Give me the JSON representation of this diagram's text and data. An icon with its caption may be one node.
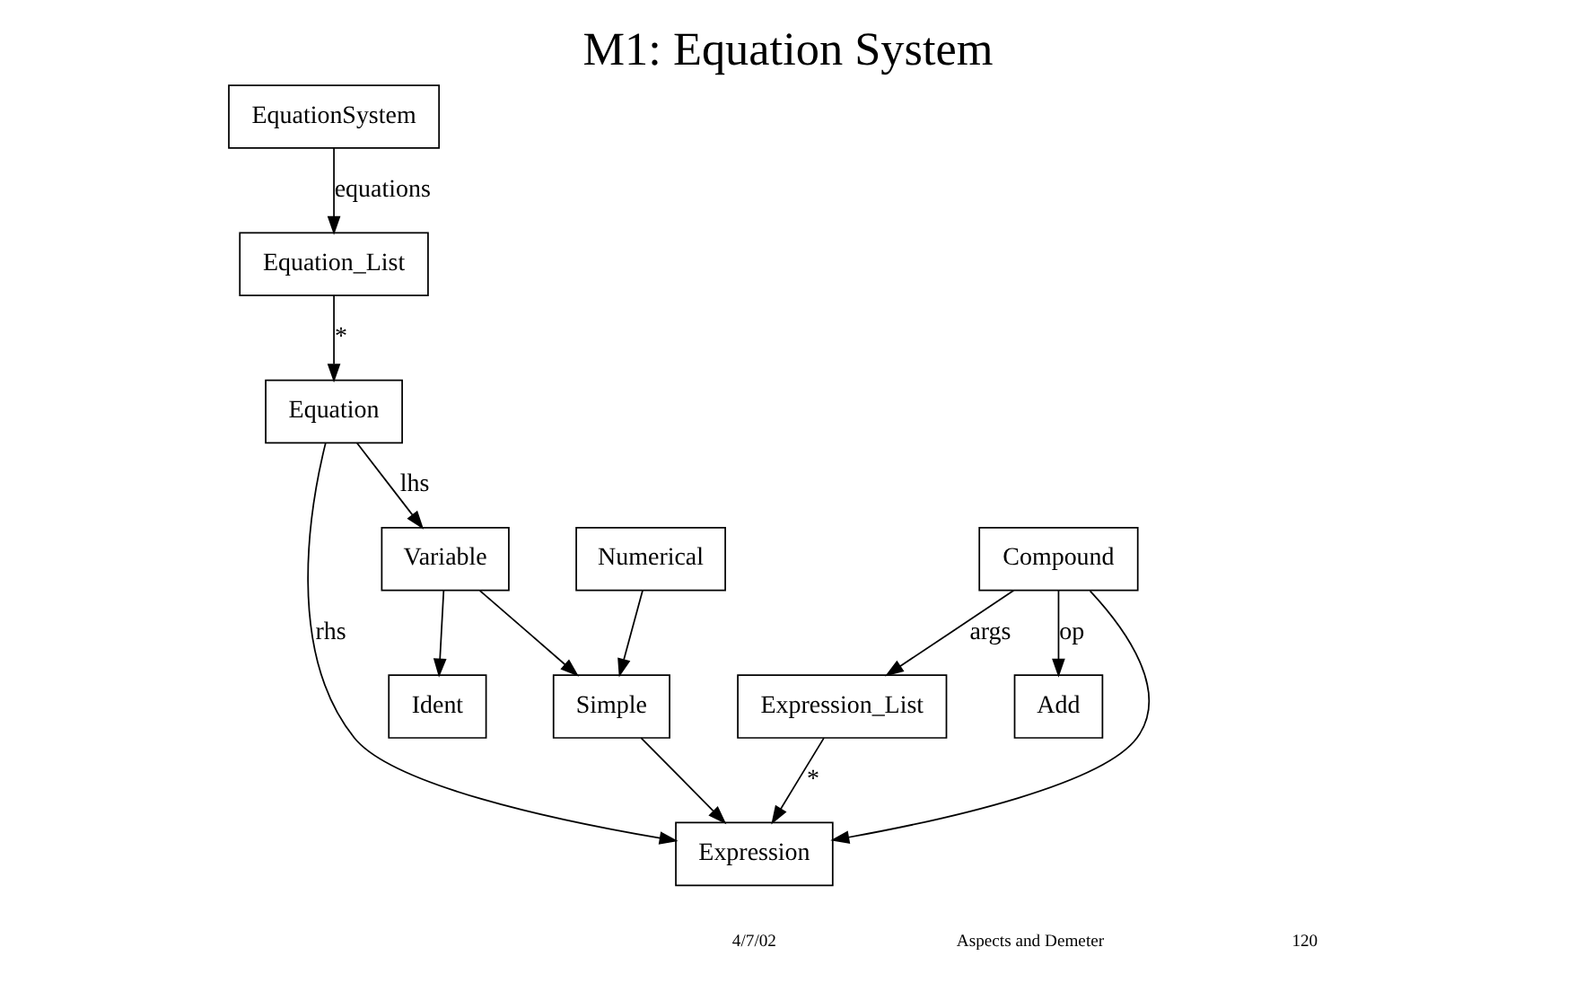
{
  "diagram": {
    "title": "M1: Equation System",
    "nodes": [
      {
        "text": [
          "EquationSystem"
        ]
      },
      {
        "text": [
          "Equation_List"
        ]
      },
      {
        "text": [
          "Ident"
        ]
      },
      {
        "text": [
          "Equation"
        ]
      },
      {
        "text": [
          "Variable"
        ]
      },
      {
        "text": [
          "Numerical"
        ]
      },
      {
        "text": [
          "Simple"
        ]
      },
      {
        "text": [
          "Expression"
        ]
      },
      {
        "text": [
          "Expression_List"
        ]
      },
      {
        "text": [
          "Compound"
        ]
      },
      {
        "text": [
          "Add"
        ]
      }
    ],
    "edges": [
      {
        "from": 0,
        "to": 1,
        "arrow": "to",
        "label": "equations"
      },
      {
        "from": 1,
        "to": 3,
        "arrow": "to",
        "label": "*"
      },
      {
        "from": 4,
        "to": 2,
        "arrow": "to"
      },
      {
        "from": 3,
        "to": 4,
        "arrow": "to",
        "label": "lhs"
      },
      {
        "from": 3,
        "to": 7,
        "arrow": "to",
        "label": "rhs"
      },
      {
        "from": 4,
        "to": 6,
        "arrow": "to"
      },
      {
        "from": 5,
        "to": 6,
        "arrow": "to"
      },
      {
        "from": 6,
        "to": 7,
        "arrow": "to"
      },
      {
        "from": 9,
        "to": 7,
        "arrow": "to"
      },
      {
        "from": 9,
        "to": 8,
        "arrow": "to",
        "label": "args"
      },
      {
        "from": 9,
        "to": 10,
        "arrow": "to",
        "label": "op"
      },
      {
        "from": 8,
        "to": 7,
        "arrow": "to",
        "label": "*"
      }
    ],
    "labels": [
      "4/7/02",
      "Aspects and Demeter",
      "120"
    ]
  }
}
